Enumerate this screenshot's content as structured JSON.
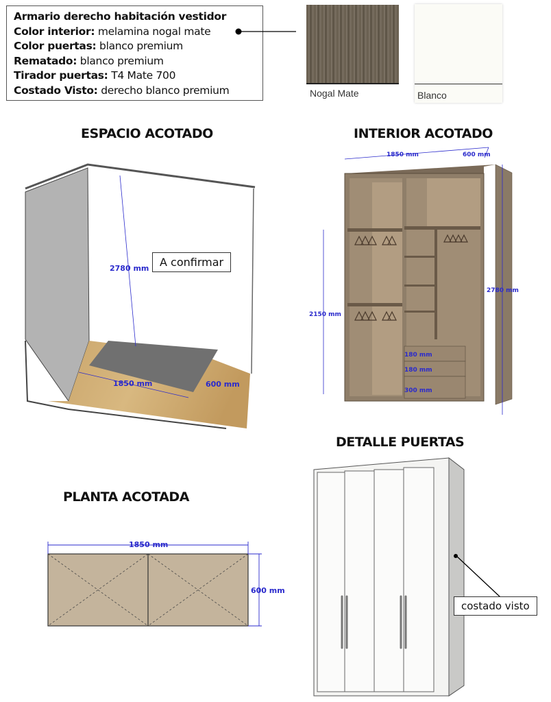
{
  "spec": {
    "title": "Armario derecho habitación vestidor",
    "rows": [
      {
        "label": "Color interior:",
        "value": " melamina nogal mate"
      },
      {
        "label": "Color puertas:",
        "value": " blanco premium"
      },
      {
        "label": "Rematado:",
        "value": " blanco premium"
      },
      {
        "label": "Tirador puertas:",
        "value": " T4 Mate 700"
      },
      {
        "label": "Costado Visto:",
        "value": " derecho blanco premium"
      }
    ]
  },
  "swatches": [
    {
      "name": "Nogal Mate",
      "color": "#6e6456"
    },
    {
      "name": "Blanco",
      "color": "#fbfbf6"
    }
  ],
  "sections": {
    "espacio": "ESPACIO ACOTADO",
    "interior": "INTERIOR ACOTADO",
    "puertas": "DETALLE PUERTAS",
    "planta": "PLANTA ACOTADA"
  },
  "espacio": {
    "height": "2780 mm",
    "width": "1850 mm",
    "depth": "600 mm",
    "note": "A confirmar"
  },
  "interior": {
    "width": "1850 mm",
    "depth": "600 mm",
    "height": "2780 mm",
    "hanging_height": "2150 mm",
    "drawers": [
      "180 mm",
      "180 mm",
      "300 mm"
    ]
  },
  "planta": {
    "width": "1850 mm",
    "depth": "600 mm"
  },
  "puertas": {
    "callout": "costado visto"
  }
}
